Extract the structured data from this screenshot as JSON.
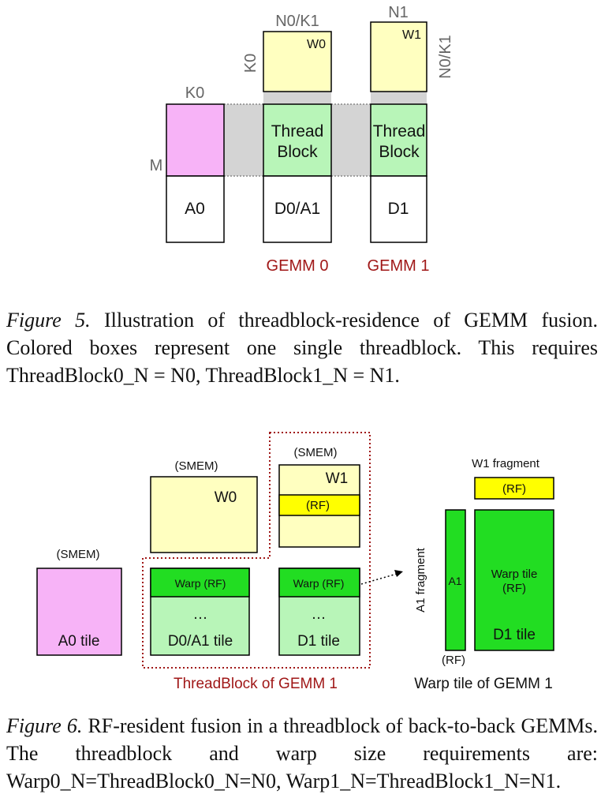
{
  "figure5": {
    "labels": {
      "n0k1_top": "N0/K1",
      "n1_top": "N1",
      "w0": "W0",
      "w1": "W1",
      "k0_vertical": "K0",
      "n0k1_vertical": "N0/K1",
      "k0_top": "K0",
      "m": "M",
      "thread_block_1": "Thread",
      "thread_block_2": "Block",
      "a0": "A0",
      "d0a1": "D0/A1",
      "d1": "D1",
      "gemm0": "GEMM 0",
      "gemm1": "GEMM 1"
    },
    "caption": {
      "label": "Figure 5.",
      "text": "Illustration of threadblock-residence of GEMM fusion. Colored boxes represent one single threadblock. This requires ThreadBlock0_N = N0, ThreadBlock1_N = N1."
    }
  },
  "figure6": {
    "labels": {
      "smem_a0": "(SMEM)",
      "a0_tile": "A0 tile",
      "smem_w0": "(SMEM)",
      "w0": "W0",
      "smem_w1": "(SMEM)",
      "w1": "W1",
      "rf_w1": "(RF)",
      "warp_rf_left": "Warp (RF)",
      "dots_left": "…",
      "d0a1_tile": "D0/A1 tile",
      "warp_rf_right": "Warp (RF)",
      "dots_right": "…",
      "d1_tile": "D1 tile",
      "threadblock_gemm1": "ThreadBlock of GEMM 1",
      "w1_fragment": "W1 fragment",
      "rf_fragment": "(RF)",
      "a1_fragment": "A1 fragment",
      "a1": "A1",
      "warp_tile_1": "Warp tile",
      "warp_tile_2": "(RF)",
      "d1_tile_right": "D1 tile",
      "rf_bottom": "(RF)",
      "warp_tile_gemm1": "Warp tile of GEMM 1"
    },
    "caption": {
      "label": "Figure 6.",
      "text": "RF-resident fusion in a threadblock of back-to-back GEMMs. The threadblock and warp size requirements are: Warp0_N=ThreadBlock0_N=N0, Warp1_N=ThreadBlock1_N=N1."
    }
  },
  "colors": {
    "pink": "#f7b3f7",
    "light_yellow": "#ffffc0",
    "yellow": "#ffff00",
    "light_green": "#b8f5b8",
    "green": "#22dd22",
    "gray": "#d4d4d4",
    "dark_red": "#a01818",
    "label_gray": "#666666"
  }
}
